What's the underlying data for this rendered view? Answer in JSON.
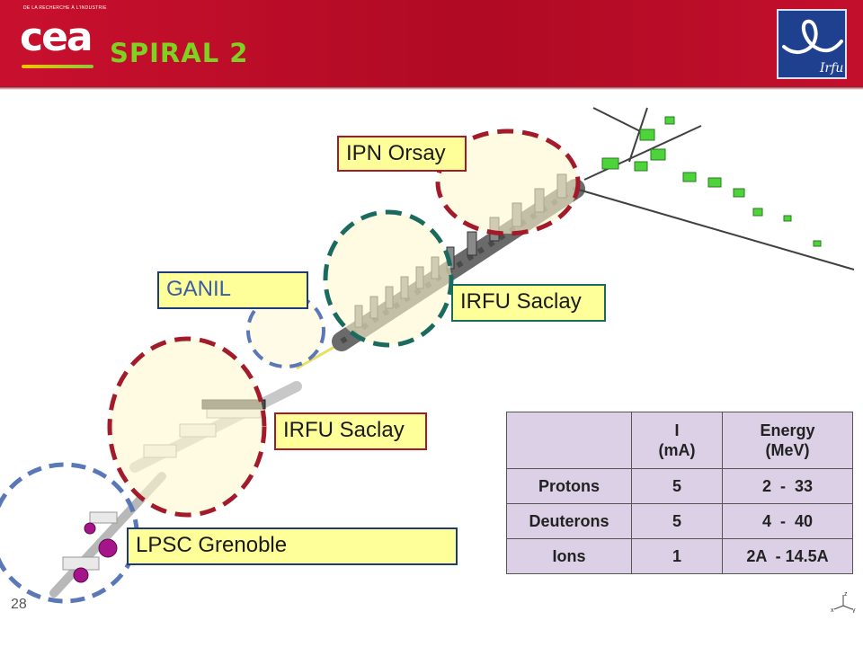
{
  "header": {
    "title": "SPIRAL 2",
    "cea_tagline": "DE LA RECHERCHE À L'INDUSTRIE",
    "cea_logo_text": "cea",
    "irfu_logo_text": "Irfu"
  },
  "labels": {
    "ipn_orsay": "IPN Orsay",
    "ganil": "GANIL",
    "irfu_saclay_top": "IRFU Saclay",
    "irfu_saclay_mid": "IRFU Saclay",
    "lpsc_grenoble": "LPSC Grenoble"
  },
  "table": {
    "headers": [
      "",
      "I\n(mA)",
      "Energy\n(MeV)"
    ],
    "header_col1_line1": "I",
    "header_col1_line2": "(mA)",
    "header_col2_line1": "Energy",
    "header_col2_line2": "(MeV)",
    "rows": [
      [
        "Protons",
        "5",
        "2  -  33"
      ],
      [
        "Deuterons",
        "5",
        "4  -  40"
      ],
      [
        "Ions",
        "1",
        "2A  - 14.5A"
      ]
    ]
  },
  "axes": {
    "z": "z",
    "x": "x",
    "y": "y"
  },
  "slide_number": "28",
  "colors": {
    "header_red": "#c8102e",
    "title_green": "#7ed321",
    "ellipse_red": "#a31b2a",
    "ellipse_blue": "#5a78b8",
    "ellipse_teal": "#1b6a5f",
    "label_fill": "#ffff99",
    "table_fill": "#dcd0e6"
  }
}
